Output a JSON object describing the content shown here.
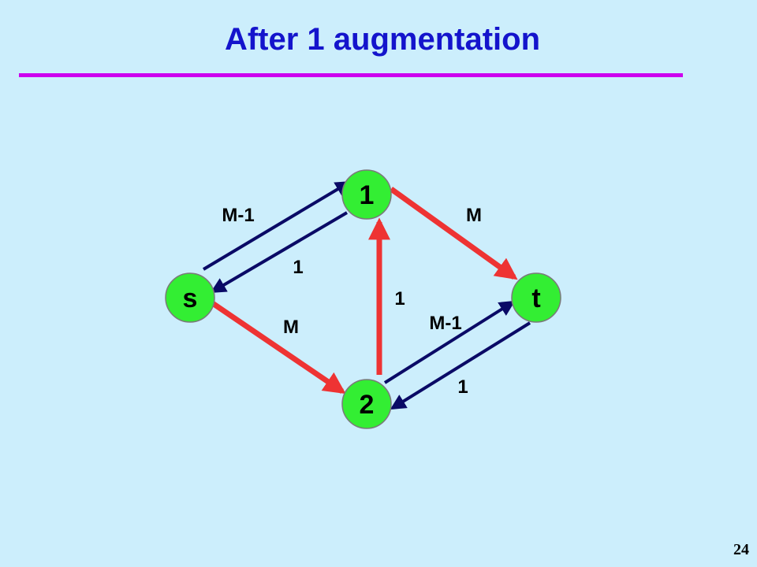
{
  "slide": {
    "title": "After 1 augmentation",
    "page_number": "24"
  },
  "colors": {
    "background": "#cceefc",
    "title": "#1414cc",
    "rule": "#cc00ee",
    "node_fill": "#33ee33",
    "flow_edge": "#ee3333",
    "residual_edge": "#0a0a66"
  },
  "graph": {
    "nodes": [
      {
        "id": "s",
        "label": "s"
      },
      {
        "id": "1",
        "label": "1"
      },
      {
        "id": "2",
        "label": "2"
      },
      {
        "id": "t",
        "label": "t"
      }
    ],
    "edges": [
      {
        "id": "s-1",
        "from": "s",
        "to": "1",
        "capacity": "M-1",
        "kind": "residual"
      },
      {
        "id": "1-s",
        "from": "1",
        "to": "s",
        "capacity": "1",
        "kind": "residual"
      },
      {
        "id": "1-t",
        "from": "1",
        "to": "t",
        "capacity": "M",
        "kind": "flow"
      },
      {
        "id": "s-2",
        "from": "s",
        "to": "2",
        "capacity": "M",
        "kind": "flow"
      },
      {
        "id": "2-1",
        "from": "2",
        "to": "1",
        "capacity": "1",
        "kind": "flow"
      },
      {
        "id": "2-t",
        "from": "2",
        "to": "t",
        "capacity": "M-1",
        "kind": "residual"
      },
      {
        "id": "t-2",
        "from": "t",
        "to": "2",
        "capacity": "1",
        "kind": "residual"
      }
    ]
  }
}
